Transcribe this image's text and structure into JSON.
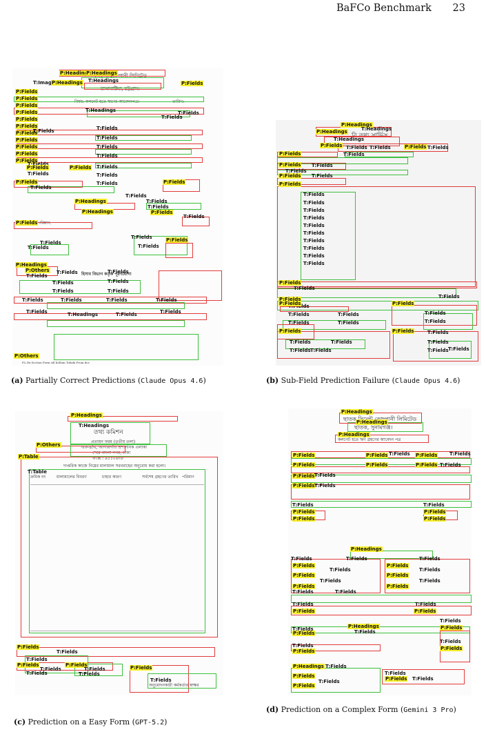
{
  "header": {
    "title": "BaFCo Benchmark",
    "page_number": "23"
  },
  "captions": [
    {
      "label": "(a)",
      "text": "Partially Correct Predictions (",
      "model": "Claude Opus 4.6",
      "close": ")"
    },
    {
      "label": "(b)",
      "text": "Sub-Field Prediction Failure (",
      "model": "Claude Opus 4.6",
      "close": ")"
    },
    {
      "label": "(c)",
      "text": "Prediction on a Easy Form (",
      "model": "GPT-5.2",
      "close": ")"
    },
    {
      "label": "(d)",
      "text": "Prediction on a Complex Form (",
      "model": "Gemini 3 Pro",
      "close": ")"
    }
  ],
  "tags": {
    "p_headings": "P:Headings",
    "t_headings": "T:Headings",
    "p_fields": "P:Fields",
    "t_fields": "T:Fields",
    "t_image": "T:Image",
    "p_others": "P:Others",
    "p_table": "P:Table",
    "t_table": "T:Table"
  },
  "panel_a": {
    "title_line1": "কর্ণফুলী কোম্পানী লিমিটেড",
    "title_line2": "রাঙ্গামাটিয়া, চট্টগ্রাম।",
    "subject": "বিষয়: কলগেট হতে ঋণের আবেদনপত্র।",
    "date_label": "তারিখ:",
    "purpose": "(ক) পরিমাণ:",
    "section": "হিসাব বিভাগ কর্তৃক পূরণযোগ্য",
    "footer": "P.L.Ex Section Form All Kollam Tobaki Prom.doc"
  },
  "panel_b": {
    "title": "বি তথ্য সার্ভিস"
  },
  "panel_c": {
    "org": "তথ্য কমিশন",
    "sub1": "প্রত্যয়ন ফরম (তৃতীয় তলা)",
    "sub2": "এফ-৪/এ, আগারগাঁও প্রশাসনিক এলাকা",
    "sub3": "শেরে বাংলা নগর, ঢাকা",
    "sub4": "ফ্যাক্স : ৯১১০৬৩৮",
    "intro": "দাপ্তরিক কাজে নিম্নের মালামাল সরবরাহের অনুরোধ করা হলো।",
    "columns": [
      "ক্রমিক নং",
      "মালামালের বিবরণ",
      "চাহার কারণ",
      "সর্বশেষ গ্রহণের তারিখ",
      "পরিমাণ"
    ],
    "signature": "অনুমোদনকারী কর্মকর্তার স্বাক্ষর"
  },
  "panel_d": {
    "company": "ছাতক সিমেন্ট কোম্পানী লিমিটেড",
    "location": "ছাতক, সুনামগঞ্জ।",
    "subject": "কলগেট হতে ঋণ গ্রহণের আবেদন পত্র"
  }
}
